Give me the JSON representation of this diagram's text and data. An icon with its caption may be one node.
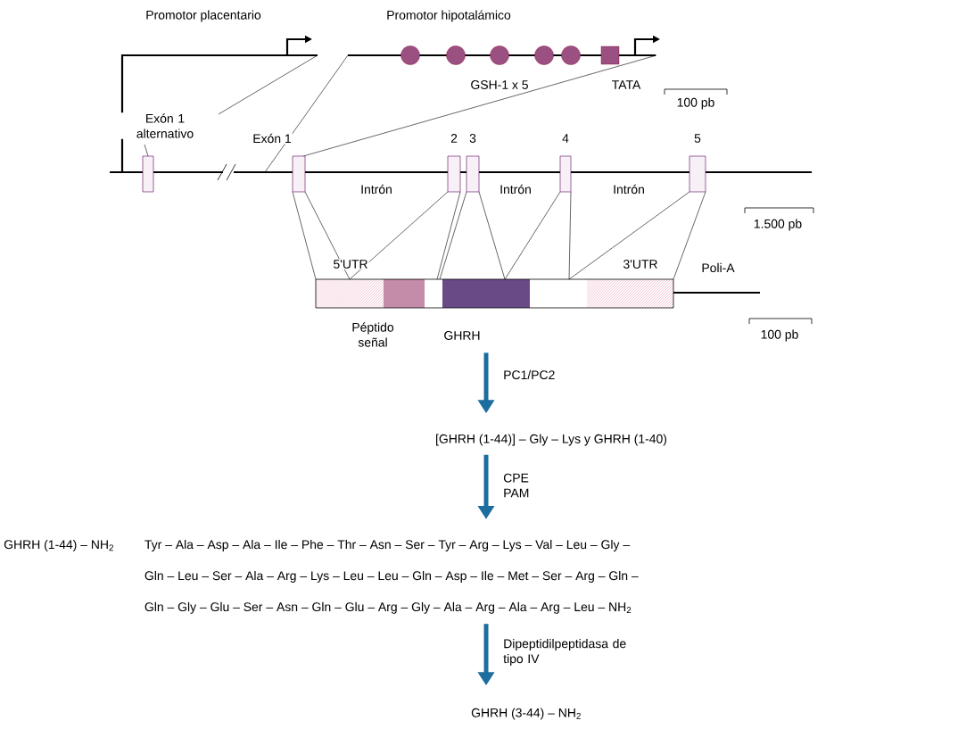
{
  "diagram": {
    "nodes": [
      {
        "text": [],
        "shape": "bar"
      },
      {
        "text": [
          "[GHRH (1-44)] – Gly – Lys   y   GHRH (1-40)"
        ]
      },
      {
        "text": [
          "GHRH (1-44) – NH$_{2}$",
          "Tyr – Ala – Asp – Ala – Ile – Phe – Thr – Asn – Ser – Tyr – Arg – Lys – Val – Leu – Gly –",
          "Gln – Leu – Ser – Ala – Arg – Lys – Leu – Leu – Gln – Asp – Ile – Met – Ser – Arg – Gln –",
          "Gln – Gly – Glu – Ser – Asn – Gln – Glu – Arg – Gly – Ala – Arg – Ala – Arg – Leu – NH$_{2}$"
        ]
      },
      {
        "text": [
          "GHRH (3-44) – NH$_{2}$"
        ]
      }
    ],
    "edges": [
      {
        "from": 0,
        "to": 1,
        "arrow": "to",
        "label": "PC1/PC2"
      },
      {
        "from": 1,
        "to": 2,
        "arrow": "to",
        "label": "CPE PAM"
      },
      {
        "from": 2,
        "to": 3,
        "arrow": "to",
        "label": "Dipeptidilpeptidasa de tipo IV"
      }
    ],
    "labels": [
      "Promotor placentario",
      "Promotor hipotalámico",
      "GSH-1 x 5",
      "TATA",
      "100 pb",
      "Exón 1 alternativo",
      "Exón 1",
      "2",
      "3",
      "4",
      "5",
      "Intrón",
      "Intrón",
      "Intrón",
      "1.500 pb",
      "5'UTR",
      "3'UTR",
      "Poli-A",
      "Péptido señal",
      "GHRH",
      "100 pb"
    ]
  }
}
